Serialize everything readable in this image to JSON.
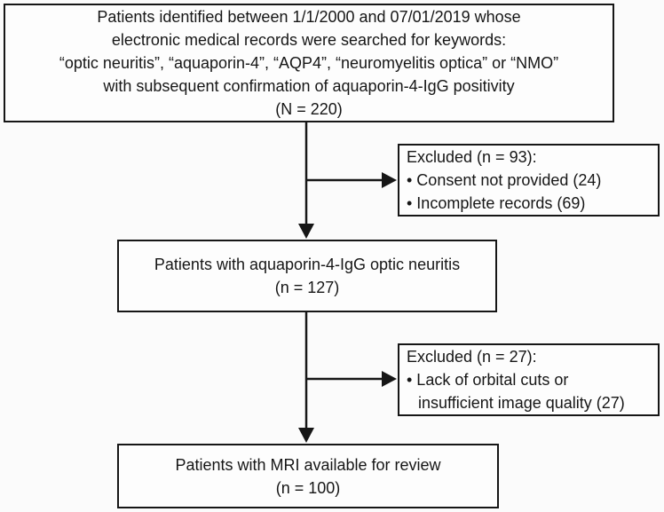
{
  "figure": {
    "type": "flow-diagram",
    "colors": {
      "line": "#161616",
      "text": "#161616",
      "background": "#fbfbfb",
      "box_background": "#fdfdfd"
    },
    "boxes": {
      "identified": {
        "n": 220,
        "lines": [
          "Patients identified between 1/1/2000 and 07/01/2019 whose",
          "electronic medical records were searched for keywords:",
          "“optic neuritis”, “aquaporin-4”, “AQP4”, “neuromyelitis optica” or “NMO”",
          "with subsequent confirmation of aquaporin-4-IgG positivity",
          "(N = 220)"
        ]
      },
      "excluded_records": {
        "n": 93,
        "lines": [
          "Excluded (n = 93):",
          "• Consent not provided (24)",
          "• Incomplete records (69)"
        ]
      },
      "aqp4_on": {
        "n": 127,
        "lines": [
          "Patients with aquaporin-4-IgG optic neuritis",
          "(n = 127)"
        ]
      },
      "excluded_mri": {
        "n": 27,
        "lines": [
          "Excluded (n = 27):",
          "• Lack of orbital cuts or",
          {
            "text": "insufficient image quality (27)",
            "indent": true
          }
        ]
      },
      "mri_review": {
        "n": 100,
        "lines": [
          "Patients with MRI available for review",
          "(n = 100)"
        ]
      }
    }
  }
}
